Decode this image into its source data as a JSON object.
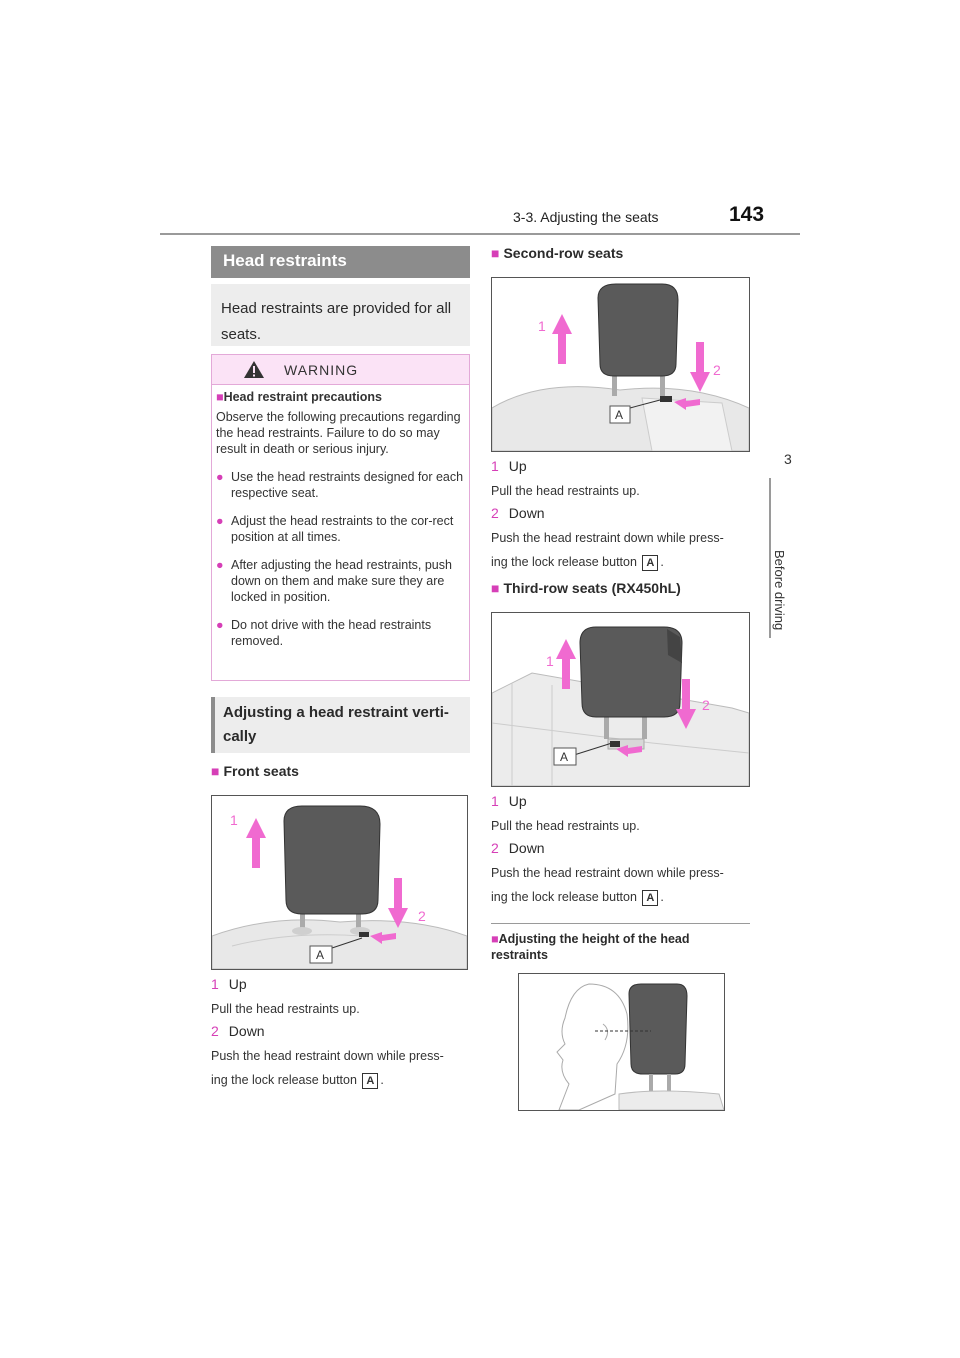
{
  "header": {
    "section": "3-3. Adjusting the seats",
    "page_number": "143",
    "tab_number": "3",
    "tab_label": "Before driving"
  },
  "head_restraints": {
    "title": "Head restraints",
    "intro": "Head restraints are provided for all seats."
  },
  "warning": {
    "label": "WARNING",
    "subheading": "Head restraint precautions",
    "text": "Observe the following precautions regarding the head restraints. Failure to do so may result in death or serious injury.",
    "bullets": [
      "Use the head restraints designed for each respective seat.",
      "Adjust the head restraints to the cor-rect position at all times.",
      "After adjusting the head restraints, push down on them and make sure they are locked in position.",
      "Do not drive with the head restraints removed."
    ]
  },
  "adjust": {
    "title": "Adjusting a head restraint verti-cally",
    "sections": [
      {
        "heading": "Front seats",
        "fig_labels": [
          "1",
          "2",
          "A"
        ],
        "step1_num": "1",
        "step1": "Up",
        "step1_desc": "Pull the head restraints up.",
        "step2_num": "2",
        "step2": "Down",
        "step2_desc_a": "Push the head restraint down while press-",
        "step2_desc_b": "ing the lock release button",
        "button_label": "A",
        "period": "."
      },
      {
        "heading": "Second-row seats",
        "fig_labels": [
          "1",
          "2",
          "A"
        ],
        "step1_num": "1",
        "step1": "Up",
        "step1_desc": "Pull the head restraints up.",
        "step2_num": "2",
        "step2": "Down",
        "step2_desc_a": "Push the head restraint down while press-",
        "step2_desc_b": "ing the lock release button",
        "button_label": "A",
        "period": "."
      },
      {
        "heading": "Third-row seats (RX450hL)",
        "fig_labels": [
          "1",
          "2",
          "A"
        ],
        "step1_num": "1",
        "step1": "Up",
        "step1_desc": "Pull the head restraints up.",
        "step2_num": "2",
        "step2": "Down",
        "step2_desc_a": "Push the head restraint down while press-",
        "step2_desc_b": "ing the lock release button",
        "button_label": "A",
        "period": "."
      }
    ]
  },
  "note": {
    "heading": "Adjusting the height of the head restraints"
  },
  "colors": {
    "accent": "#d63fb7",
    "arrow": "#f06ad0",
    "bar_gray": "#8c8c8c",
    "warning_bg": "#fbe3f6"
  }
}
